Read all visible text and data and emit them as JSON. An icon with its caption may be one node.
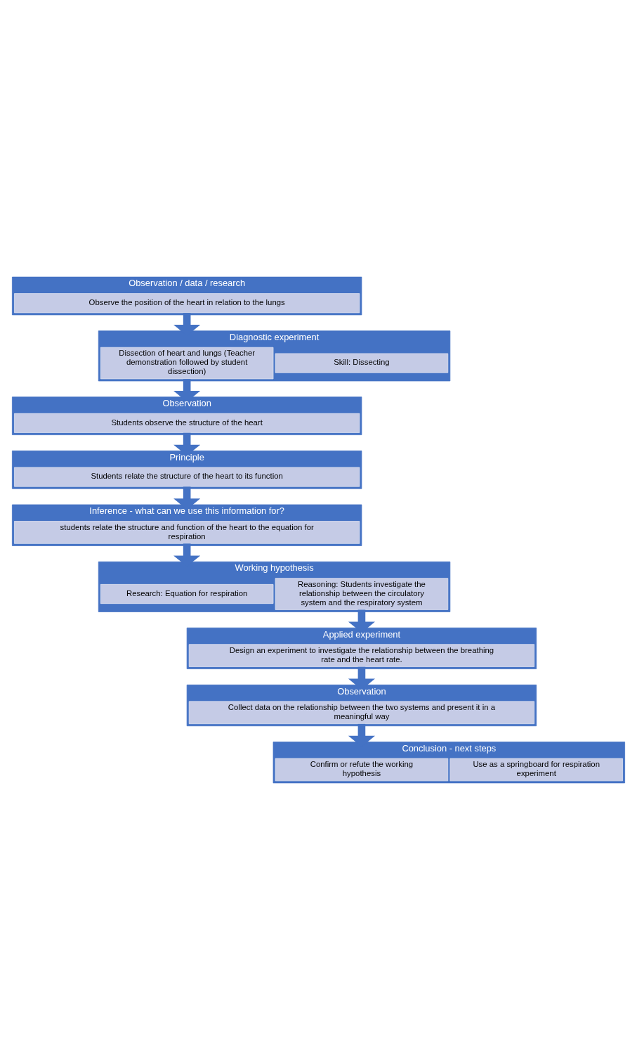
{
  "diagram": {
    "nodes": [
      {
        "text": [
          "Observation / data / research"
        ]
      },
      {
        "text": [
          "Observe the position of the heart in relation to the lungs"
        ],
        "in": 0
      },
      {
        "text": [
          "Diagnostic experiment"
        ]
      },
      {
        "text": [
          "Dissection of heart and lungs (Teacher demonstration followed by student dissection)"
        ],
        "in": 2
      },
      {
        "text": [
          "Skill: Dissecting"
        ],
        "in": 2
      },
      {
        "text": [
          "Observation"
        ]
      },
      {
        "text": [
          "Students observe the structure of the heart"
        ],
        "in": 5
      },
      {
        "text": [
          "Principle"
        ]
      },
      {
        "text": [
          "Students relate the structure of the heart to its function"
        ],
        "in": 7
      },
      {
        "text": [
          "Inference - what can we use this information for?"
        ]
      },
      {
        "text": [
          "students relate the structure and function of the heart to the equation for respiration"
        ],
        "in": 9
      },
      {
        "text": [
          "Working hypothesis"
        ]
      },
      {
        "text": [
          "Research: Equation for respiration"
        ],
        "in": 11
      },
      {
        "text": [
          "Reasoning: Students investigate the relationship between the circulatory system and the respiratory system"
        ],
        "in": 11
      },
      {
        "text": [
          "Applied experiment"
        ]
      },
      {
        "text": [
          "Design an experiment to investigate the relationship between the breathing rate and the heart rate."
        ],
        "in": 14
      },
      {
        "text": [
          "Observation"
        ]
      },
      {
        "text": [
          "Collect data on the relationship between the two systems and present it in a meaningful way"
        ],
        "in": 16
      },
      {
        "text": [
          "Conclusion - next steps"
        ]
      },
      {
        "text": [
          "Confirm or refute the working hypothesis"
        ],
        "in": 18
      },
      {
        "text": [
          "Use as a springboard for respiration experiment"
        ],
        "in": 18
      }
    ],
    "edges": [
      {
        "from": 1,
        "to": 2,
        "arrow": "to"
      },
      {
        "from": 3,
        "to": 5,
        "arrow": "to"
      },
      {
        "from": 6,
        "to": 7,
        "arrow": "to"
      },
      {
        "from": 8,
        "to": 9,
        "arrow": "to"
      },
      {
        "from": 10,
        "to": 11,
        "arrow": "to"
      },
      {
        "from": 13,
        "to": 14,
        "arrow": "to"
      },
      {
        "from": 15,
        "to": 16,
        "arrow": "to"
      },
      {
        "from": 17,
        "to": 18,
        "arrow": "to"
      }
    ]
  }
}
